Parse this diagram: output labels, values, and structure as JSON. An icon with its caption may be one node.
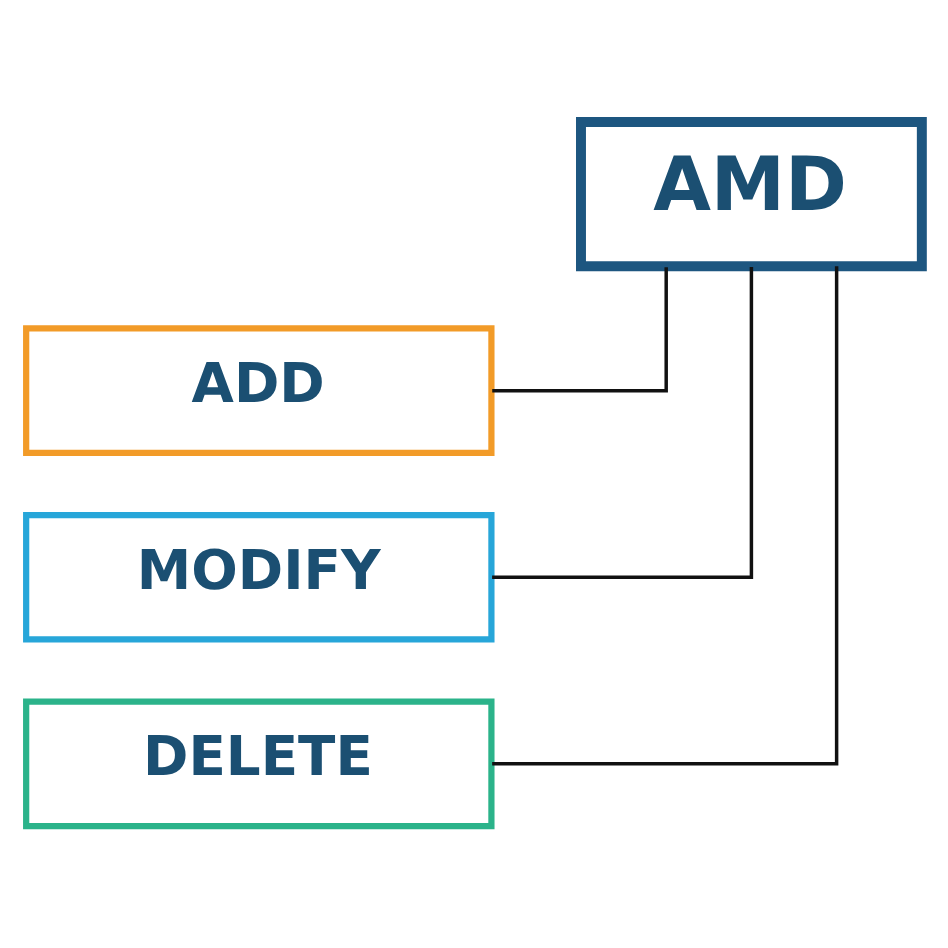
{
  "diagram": {
    "nodes": [
      {
        "text": [
          "AMD"
        ]
      },
      {
        "text": [
          "ADD"
        ]
      },
      {
        "text": [
          "MODIFY"
        ]
      },
      {
        "text": [
          "DELETE"
        ]
      }
    ],
    "edges": [
      {
        "from": 0,
        "to": 1,
        "arrow": "none"
      },
      {
        "from": 0,
        "to": 2,
        "arrow": "none"
      },
      {
        "from": 0,
        "to": 3,
        "arrow": "none"
      }
    ]
  }
}
